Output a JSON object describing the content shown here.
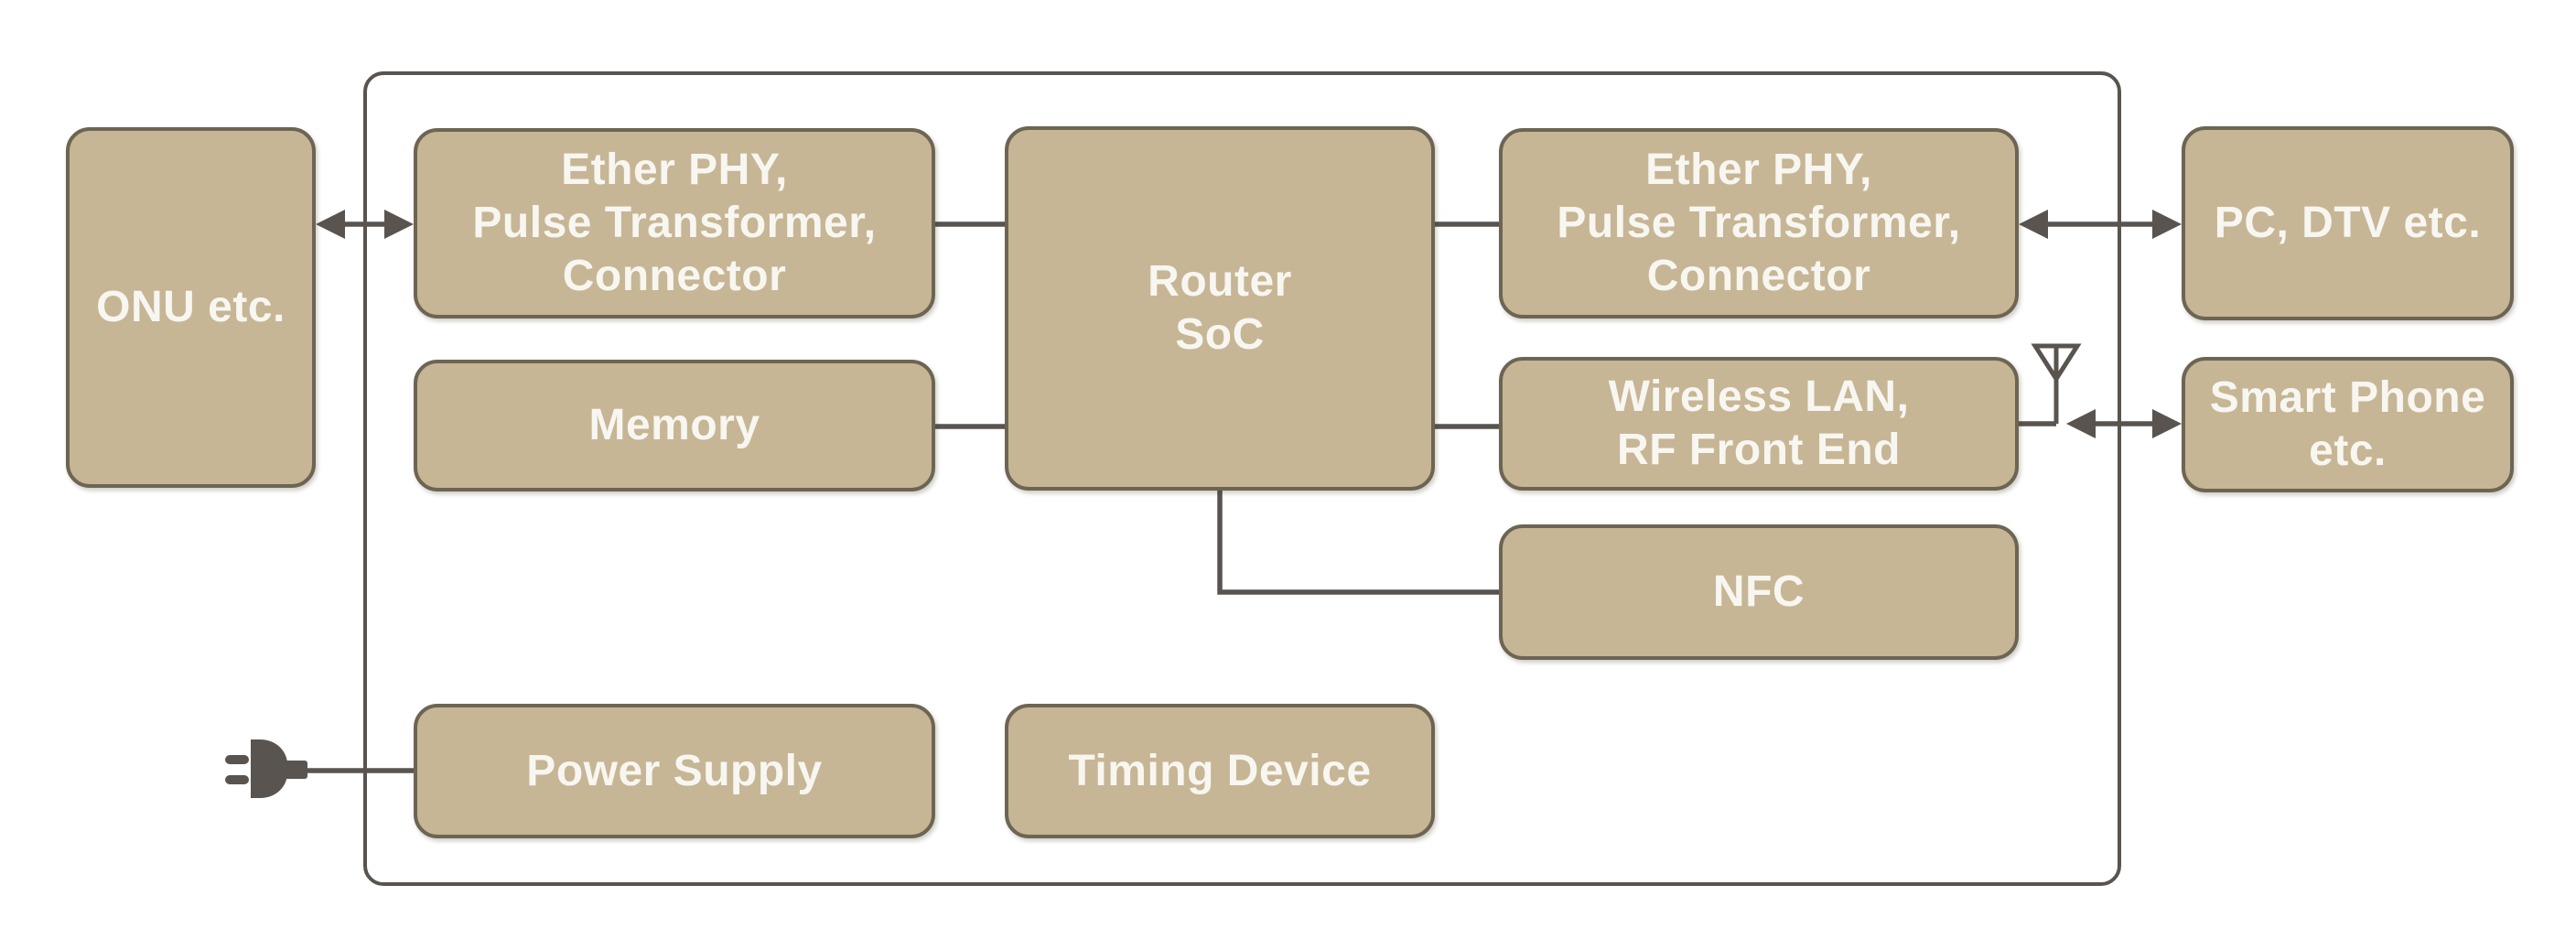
{
  "diagram": {
    "blocks": {
      "onu": {
        "lines": [
          "ONU etc."
        ]
      },
      "ether_phy_left": {
        "lines": [
          "Ether PHY,",
          "Pulse Transformer,",
          "Connector"
        ]
      },
      "memory": {
        "lines": [
          "Memory"
        ]
      },
      "router_soc": {
        "lines": [
          "Router",
          "SoC"
        ]
      },
      "ether_phy_right": {
        "lines": [
          "Ether PHY,",
          "Pulse Transformer,",
          "Connector"
        ]
      },
      "wireless_lan": {
        "lines": [
          "Wireless LAN,",
          "RF Front End"
        ]
      },
      "nfc": {
        "lines": [
          "NFC"
        ]
      },
      "power_supply": {
        "lines": [
          "Power Supply"
        ]
      },
      "timing_device": {
        "lines": [
          "Timing Device"
        ]
      },
      "pc_dtv": {
        "lines": [
          "PC, DTV etc."
        ]
      },
      "smart_phone": {
        "lines": [
          "Smart Phone",
          "etc."
        ]
      }
    },
    "icons": {
      "antenna": "antenna-icon",
      "power_plug": "power-plug-icon"
    },
    "colors": {
      "background": "#ffffff",
      "block_fill": "#c6b695",
      "block_border": "#6d6553",
      "connector": "#59544f",
      "text": "#f8f6f0"
    }
  }
}
